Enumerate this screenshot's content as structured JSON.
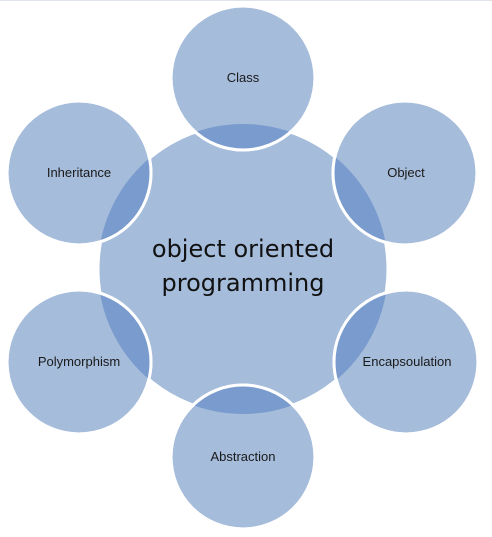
{
  "diagram": {
    "center": {
      "line1": "object oriented",
      "line2": "programming"
    },
    "nodes": [
      {
        "label": "Class"
      },
      {
        "label": "Object"
      },
      {
        "label": "Encapsoulation"
      },
      {
        "label": "Abstraction"
      },
      {
        "label": "Polymorphism"
      },
      {
        "label": "Inheritance"
      }
    ]
  },
  "colors": {
    "fill": "#a5bcdb",
    "overlap": "#7a9bcd",
    "stroke": "#ffffff",
    "text": "#1a1a1a"
  }
}
